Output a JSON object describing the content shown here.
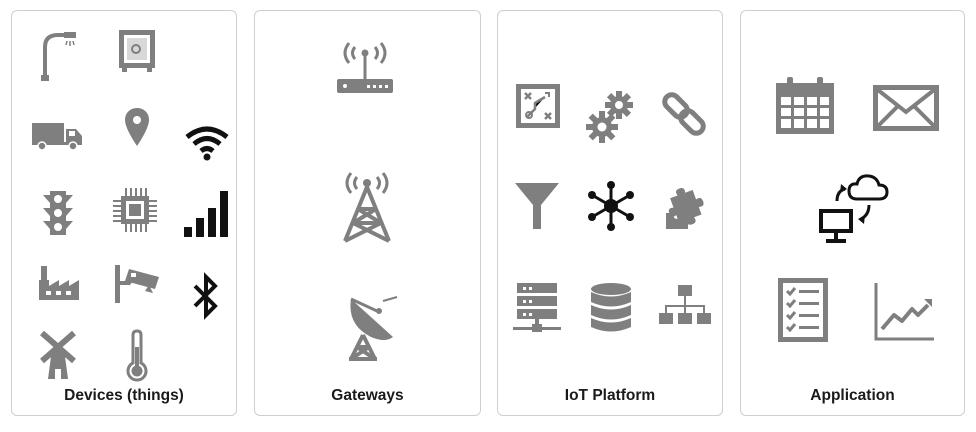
{
  "colors": {
    "icon_gray": "#7f7f7f",
    "icon_black": "#111111",
    "panel_border": "#cfcfcf"
  },
  "panels": [
    {
      "label": "Devices (things)",
      "icons": [
        "street-lamp-icon",
        "safe-icon",
        "delivery-truck-icon",
        "location-pin-icon",
        "wifi-icon",
        "traffic-light-icon",
        "microchip-icon",
        "signal-bars-icon",
        "factory-icon",
        "security-camera-icon",
        "bluetooth-icon",
        "windmill-icon",
        "thermometer-icon"
      ]
    },
    {
      "label": "Gateways",
      "icons": [
        "wireless-router-icon",
        "radio-tower-icon",
        "satellite-dish-icon"
      ]
    },
    {
      "label": "IoT Platform",
      "icons": [
        "strategy-board-icon",
        "gears-icon",
        "chain-link-icon",
        "filter-funnel-icon",
        "network-hub-icon",
        "puzzle-piece-icon",
        "server-rack-icon",
        "database-icon",
        "hierarchy-icon"
      ]
    },
    {
      "label": "Application",
      "icons": [
        "calendar-icon",
        "envelope-icon",
        "cloud-sync-computer-icon",
        "checklist-icon",
        "line-chart-icon"
      ]
    }
  ]
}
